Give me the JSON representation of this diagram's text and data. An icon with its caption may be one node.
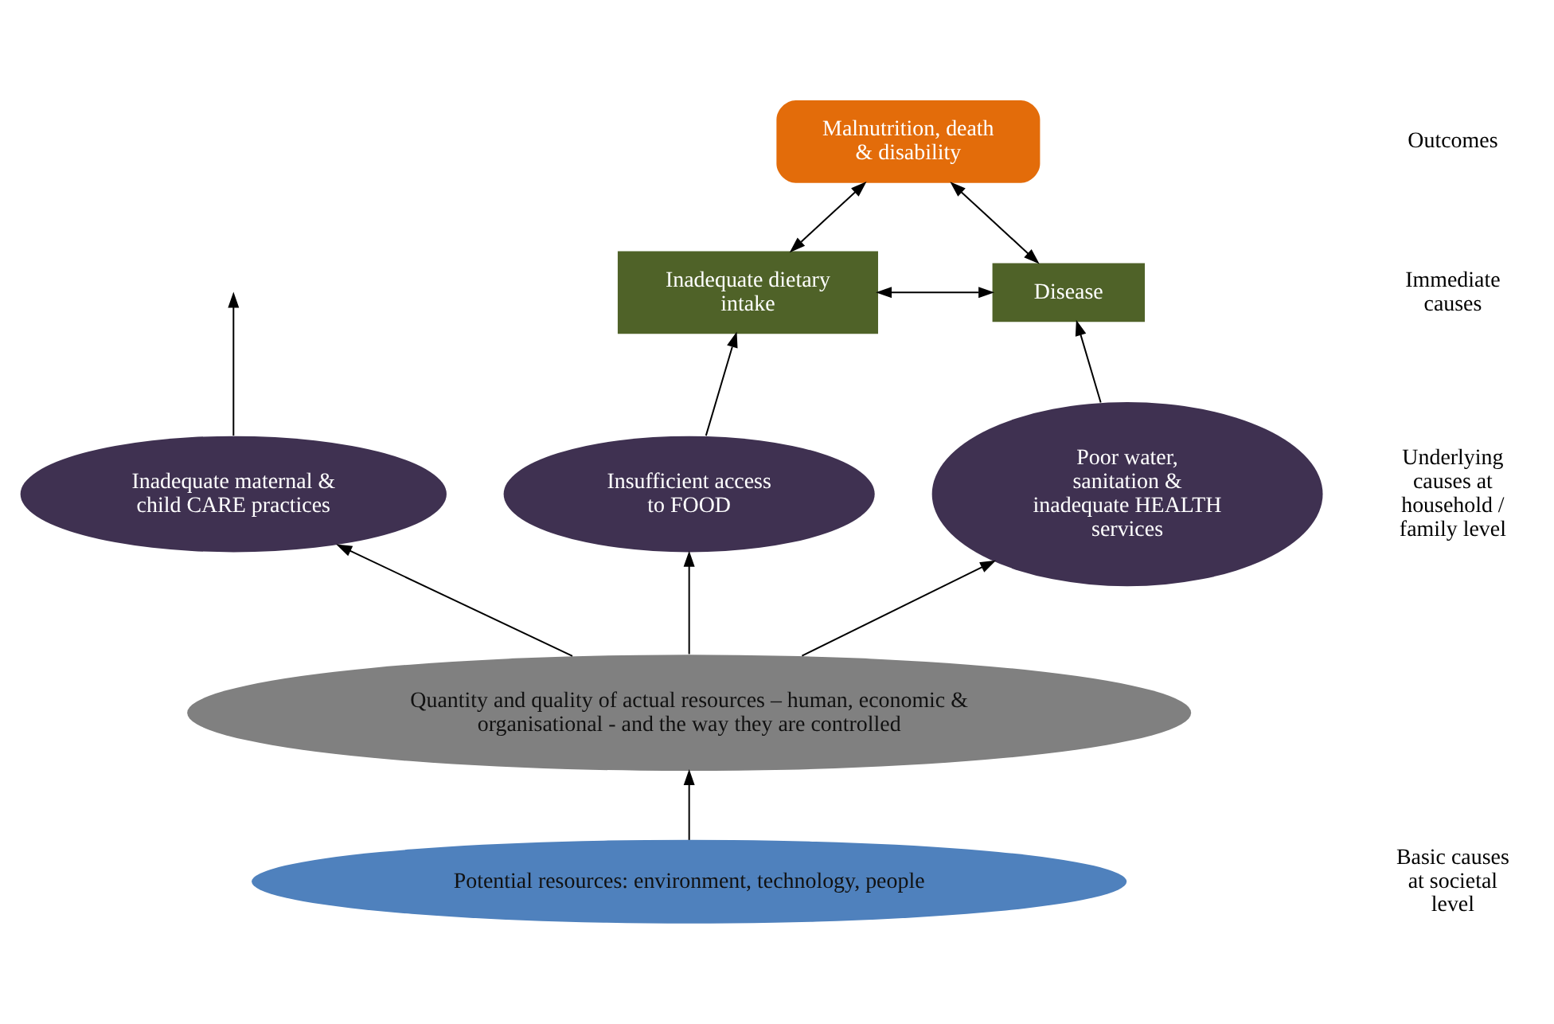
{
  "diagram": {
    "nodes": [
      {
        "text": [
          "Malnutrition, death & disability"
        ]
      },
      {
        "text": [
          "Inadequate dietary intake"
        ]
      },
      {
        "text": [
          "Disease"
        ]
      },
      {
        "text": [
          "Insufficient access to FOOD"
        ]
      },
      {
        "text": [
          "Inadequate maternal & child CARE practices"
        ]
      },
      {
        "text": [
          "Poor water, sanitation & inadequate HEALTH services"
        ]
      },
      {
        "text": [
          "Quantity and quality of actual resources – human, economic & organisational - and the way they are controlled"
        ]
      },
      {
        "text": [
          "Potential resources: environment, technology, people"
        ]
      }
    ],
    "edges": [
      {
        "from": 1,
        "to": 0,
        "arrow": "both"
      },
      {
        "from": 2,
        "to": 0,
        "arrow": "both"
      },
      {
        "from": 1,
        "to": 2,
        "arrow": "both"
      },
      {
        "from": 3,
        "to": 1,
        "arrow": "to"
      },
      {
        "from": 4,
        "to": null,
        "arrow": "to"
      },
      {
        "from": 5,
        "to": 2,
        "arrow": "to"
      },
      {
        "from": 6,
        "to": 3,
        "arrow": "to"
      },
      {
        "from": 6,
        "to": 4,
        "arrow": "to"
      },
      {
        "from": 6,
        "to": 5,
        "arrow": "to"
      },
      {
        "from": 7,
        "to": 6,
        "arrow": "to"
      }
    ],
    "labels": [
      "Outcomes",
      "Immediate causes",
      "Underlying causes at household / family level",
      "Basic causes at societal level"
    ]
  }
}
